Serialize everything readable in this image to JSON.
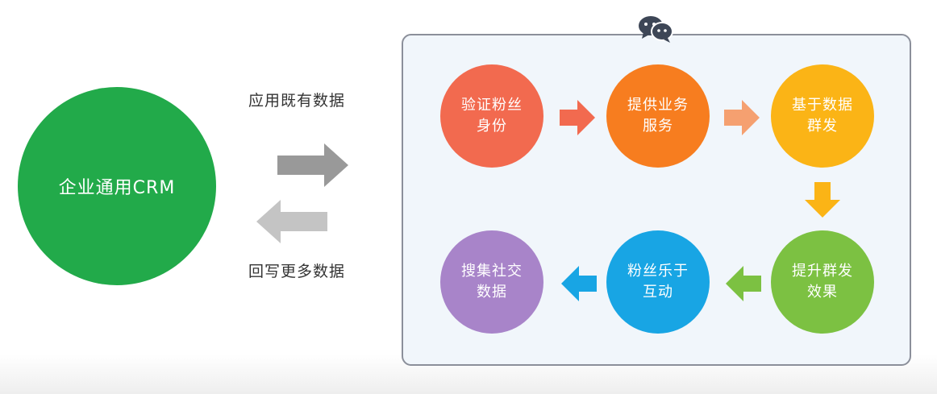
{
  "crm": {
    "label": "企业通用CRM",
    "color": "#22aa4a"
  },
  "exchange": {
    "top_label": "应用既有数据",
    "bottom_label": "回写更多数据",
    "forward_arrow_color": "#999999",
    "back_arrow_color": "#c4c4c4"
  },
  "panel": {
    "icon": "wechat-icon",
    "border_color": "#8b8f9a",
    "background": "#f1f6fb"
  },
  "steps": [
    {
      "label": "验证粉丝身份",
      "color": "#f26a4f"
    },
    {
      "label": "提供业务服务",
      "color": "#f77d1f"
    },
    {
      "label": "基于数据群发",
      "color": "#fbb416"
    },
    {
      "label": "提升群发效果",
      "color": "#7cc142"
    },
    {
      "label": "粉丝乐于互动",
      "color": "#18a5e4"
    },
    {
      "label": "搜集社交数据",
      "color": "#a884c9"
    }
  ],
  "arrows": [
    {
      "direction": "right",
      "color": "#f26a4f"
    },
    {
      "direction": "right",
      "color": "#f5a070"
    },
    {
      "direction": "down",
      "color": "#fbb416"
    },
    {
      "direction": "left",
      "color": "#7cc142"
    },
    {
      "direction": "left",
      "color": "#18a5e4"
    }
  ]
}
